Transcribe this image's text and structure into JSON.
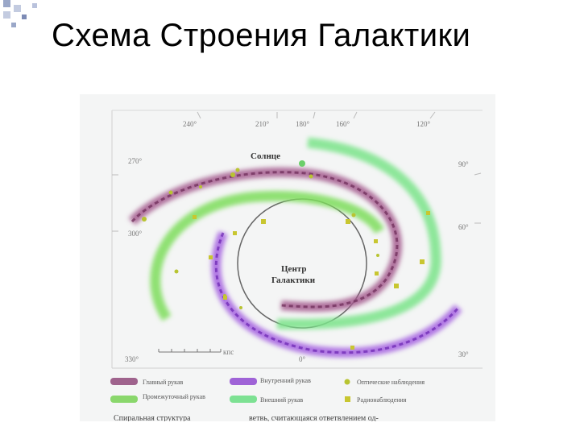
{
  "slide": {
    "title": "Схема Строения Галактики"
  },
  "figure": {
    "sun_label": "Солнце",
    "center_label_line1": "Центр",
    "center_label_line2": "Галактики",
    "degree_labels": [
      "240°",
      "210°",
      "180°",
      "160°",
      "120°",
      "90°",
      "270°",
      "60°",
      "300°",
      "30°",
      "330°",
      "0°"
    ],
    "scale_unit": "кпс",
    "legend": [
      {
        "label": "Главный рукав",
        "color": "#8a3f73"
      },
      {
        "label": "Промежуточный рукав",
        "color": "#6fd04a"
      },
      {
        "label": "Внутренний рукав",
        "color": "#8a3fd0"
      },
      {
        "label": "Внешний рукав",
        "color": "#5fdc7a"
      },
      {
        "label": "Оптические наблюдения",
        "color": "#b8c431"
      },
      {
        "label": "Радионаблюдения",
        "color": "#c8c630"
      }
    ],
    "caption_left": "Спиральная структура",
    "caption_right": "ветвь, считающаяся ответвлением од-"
  }
}
